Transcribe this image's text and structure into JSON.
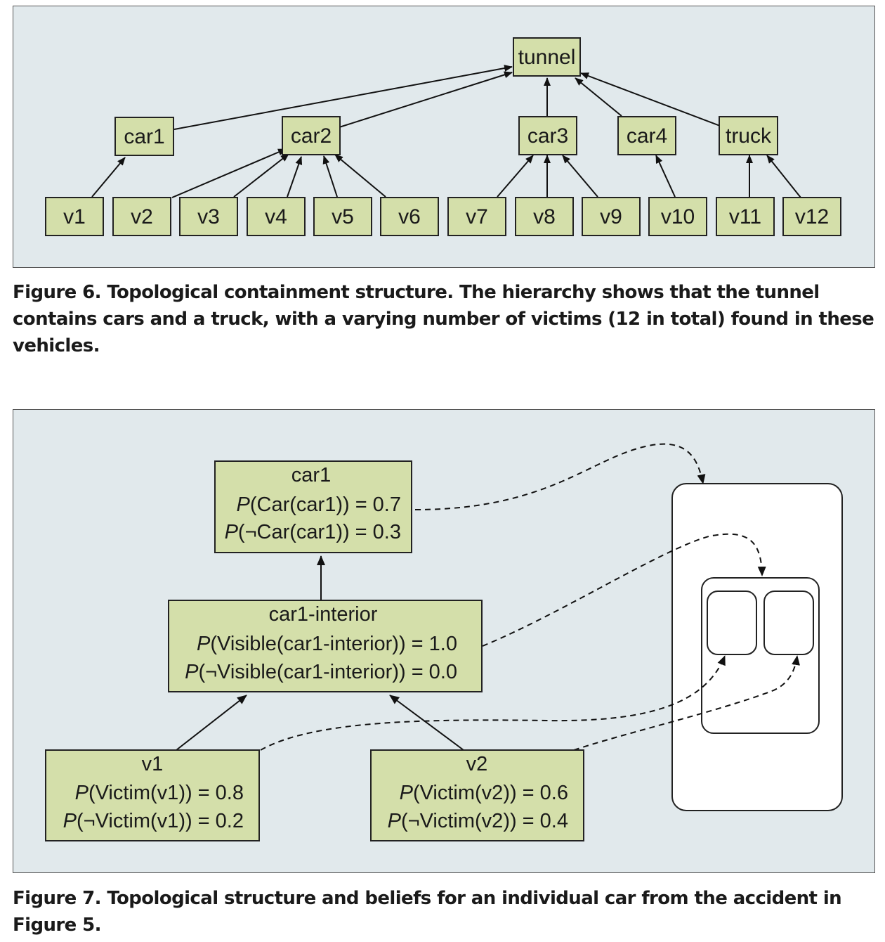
{
  "figure6": {
    "nodes": {
      "tunnel": "tunnel",
      "car1": "car1",
      "car2": "car2",
      "car3": "car3",
      "car4": "car4",
      "truck": "truck",
      "victims": [
        "v1",
        "v2",
        "v3",
        "v4",
        "v5",
        "v6",
        "v7",
        "v8",
        "v9",
        "v10",
        "v11",
        "v12"
      ]
    },
    "edges": [
      [
        "v1",
        "car1"
      ],
      [
        "v2",
        "car2"
      ],
      [
        "v3",
        "car2"
      ],
      [
        "v4",
        "car2"
      ],
      [
        "v5",
        "car2"
      ],
      [
        "v6",
        "car2"
      ],
      [
        "v7",
        "car3"
      ],
      [
        "v8",
        "car3"
      ],
      [
        "v9",
        "car3"
      ],
      [
        "v10",
        "car4"
      ],
      [
        "v11",
        "truck"
      ],
      [
        "v12",
        "truck"
      ],
      [
        "car1",
        "tunnel"
      ],
      [
        "car2",
        "tunnel"
      ],
      [
        "car3",
        "tunnel"
      ],
      [
        "car4",
        "tunnel"
      ],
      [
        "truck",
        "tunnel"
      ]
    ],
    "caption": "Figure 6. Topological containment structure. The hierarchy shows that the tunnel contains cars and a truck, with a varying number of victims (12 in total) found in these vehicles."
  },
  "figure7": {
    "car1": {
      "title": "car1",
      "line1_p": "P",
      "line1_rest": "(Car(car1)) = 0.7",
      "line2_p": "P",
      "line2_rest": "(¬Car(car1)) = 0.3"
    },
    "interior": {
      "title": "car1-interior",
      "line1_p": "P",
      "line1_rest": "(Visible(car1-interior)) = 1.0",
      "line2_p": "P",
      "line2_rest": "(¬Visible(car1-interior)) = 0.0"
    },
    "v1": {
      "title": "v1",
      "line1_p": "P",
      "line1_rest": "(Victim(v1)) = 0.8",
      "line2_p": "P",
      "line2_rest": "(¬Victim(v1)) = 0.2"
    },
    "v2": {
      "title": "v2",
      "line1_p": "P",
      "line1_rest": "(Victim(v2)) = 0.6",
      "line2_p": "P",
      "line2_rest": "(¬Victim(v2)) = 0.4"
    },
    "caption": "Figure 7. Topological structure and beliefs for an individual car from the accident in Figure 5."
  }
}
